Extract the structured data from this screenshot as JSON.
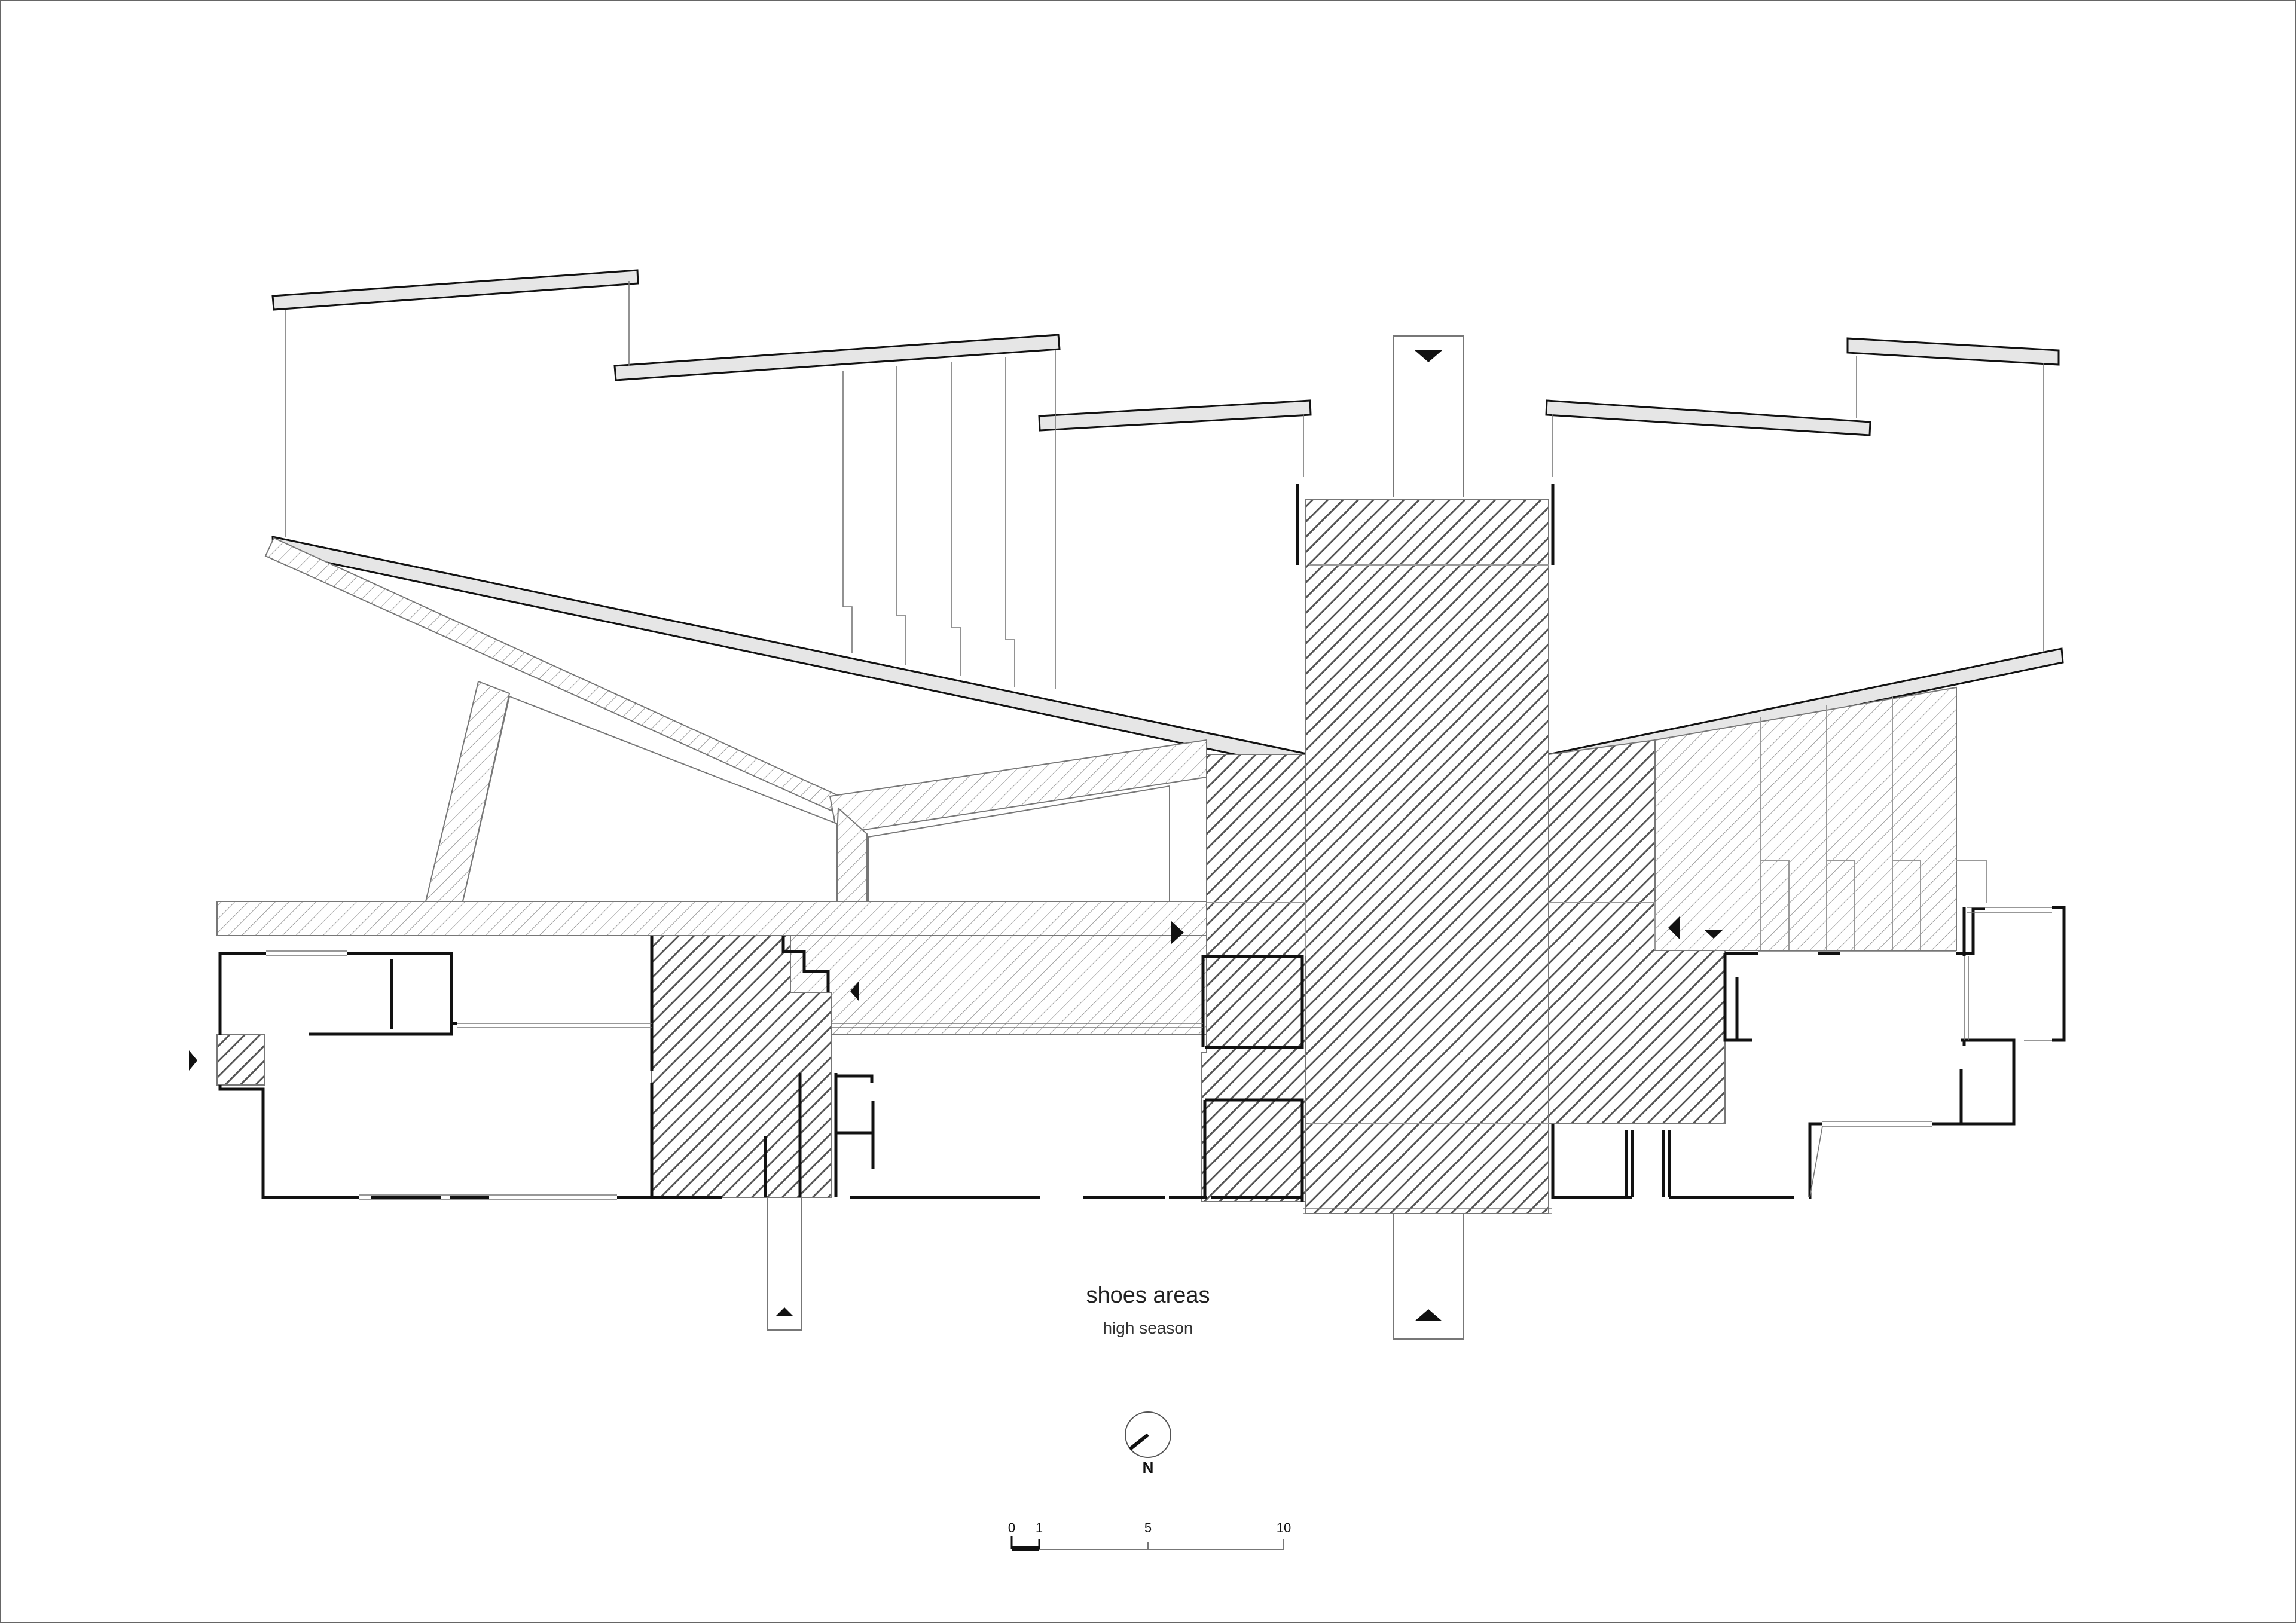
{
  "caption": {
    "title": "shoes areas",
    "subtitle": "high season"
  },
  "north_arrow": {
    "label": "N"
  },
  "scale_bar": {
    "ticks": [
      "0",
      "1",
      "5",
      "10"
    ]
  },
  "legend_colors": {
    "dense_hatch": "#555555",
    "light_hatch": "#888888",
    "wall": "#111111",
    "canopy_fill": "#e6e6e6"
  }
}
